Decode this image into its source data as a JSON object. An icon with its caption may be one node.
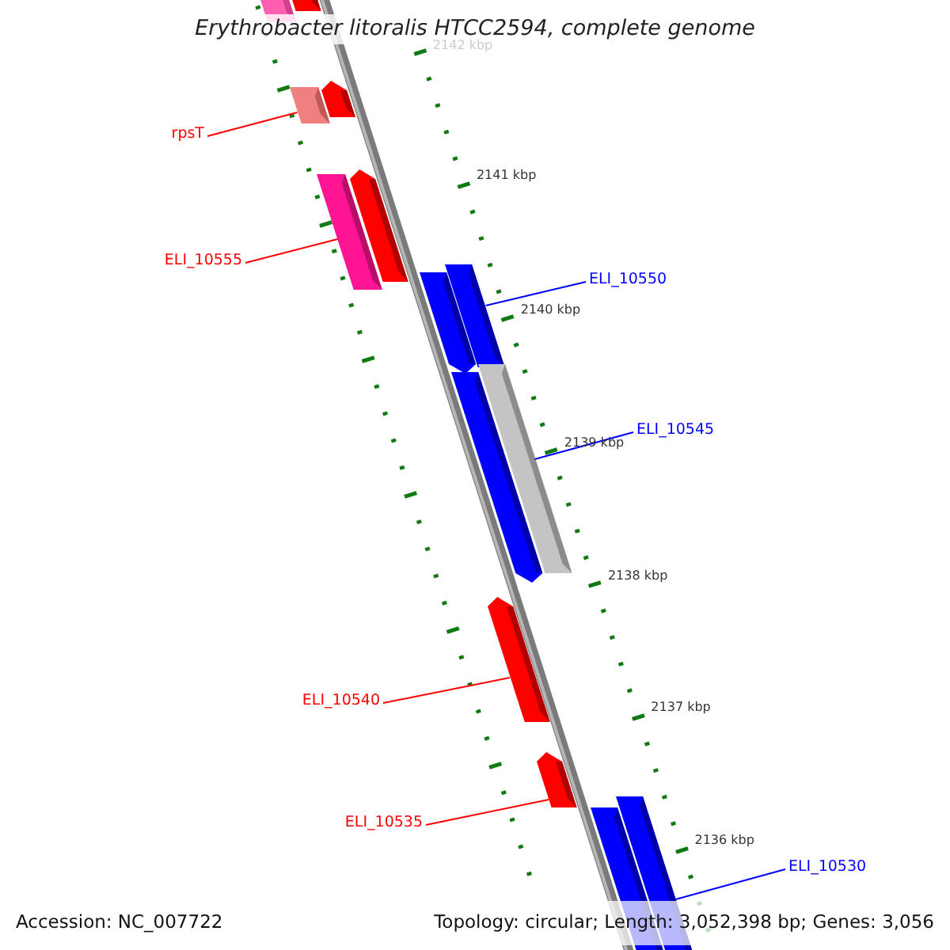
{
  "diagram": {
    "title": "Erythrobacter litoralis HTCC2594, complete genome",
    "nodes": [
      {
        "text": [],
        "shape": "bar"
      },
      {
        "text": [],
        "shape": "bar"
      },
      {
        "text": [],
        "shape": "bar"
      },
      {
        "text": [],
        "shape": "bar"
      },
      {
        "text": [],
        "shape": "bar"
      },
      {
        "text": [],
        "shape": "bar"
      },
      {
        "text": [],
        "shape": "bar"
      },
      {
        "text": [],
        "shape": "bar"
      },
      {
        "text": [],
        "shape": "bar"
      },
      {
        "text": [],
        "shape": "bar"
      },
      {
        "text": [],
        "shape": "bar"
      },
      {
        "text": [],
        "shape": "bar"
      },
      {
        "text": [],
        "shape": "bar"
      },
      {
        "text": [],
        "shape": "bar"
      },
      {
        "text": [
          "rpsT"
        ]
      },
      {
        "text": [
          "ELI_10555"
        ]
      },
      {
        "text": [
          "ELI_10550"
        ]
      },
      {
        "text": [
          "ELI_10545"
        ]
      },
      {
        "text": [
          "ELI_10540"
        ]
      },
      {
        "text": [
          "ELI_10535"
        ]
      },
      {
        "text": [
          "ELI_10530"
        ]
      }
    ],
    "edges": [
      {
        "from": 14,
        "to": 2,
        "arrow": "none"
      },
      {
        "from": 15,
        "to": 4,
        "arrow": "none"
      },
      {
        "from": 16,
        "to": 7,
        "arrow": "none",
        "color": "#0000ff"
      },
      {
        "from": 17,
        "to": 8,
        "arrow": "none",
        "color": "#0000ff"
      },
      {
        "from": 18,
        "to": 10,
        "arrow": "none"
      },
      {
        "from": 19,
        "to": 11,
        "arrow": "none"
      },
      {
        "from": 20,
        "to": 12,
        "arrow": "none",
        "color": "#0000ff"
      }
    ],
    "labels": [
      "2142 kbp",
      "2141 kbp",
      "2140 kbp",
      "2139 kbp",
      "2138 kbp",
      "2137 kbp",
      "2136 kbp",
      "Accession: NC_007722",
      "Topology: circular; Length: 3,052,398 bp; Genes: 3,056"
    ]
  }
}
